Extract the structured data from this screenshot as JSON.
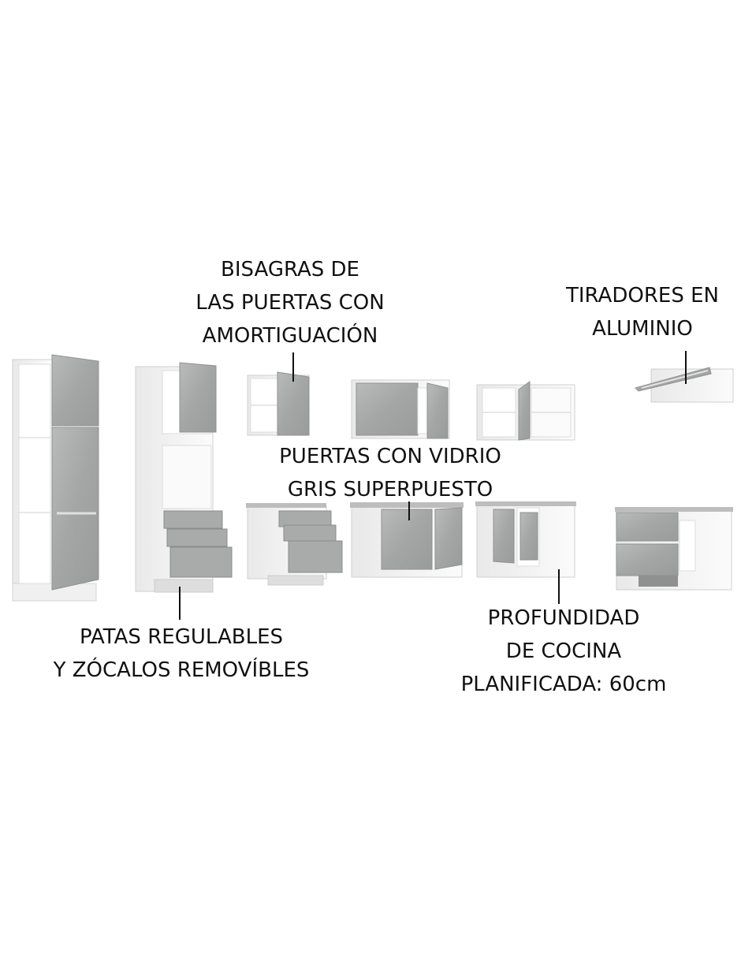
{
  "callouts": {
    "hinges": [
      "BISAGRAS DE",
      "LAS PUERTAS CON",
      "AMORTIGUACIÓN"
    ],
    "handles": [
      "TIRADORES EN",
      "ALUMINIO"
    ],
    "glass_doors": [
      "PUERTAS CON VIDRIO",
      "GRIS SUPERPUESTO"
    ],
    "legs": [
      "PATAS REGULABLES",
      "Y ZÓCALOS REMOVÍBLES"
    ],
    "depth": [
      "PROFUNDIDAD",
      "DE COCINA",
      "PLANIFICADA: 60cm"
    ]
  },
  "colors": {
    "cabinet_body": "#f4f4f4",
    "cabinet_edge": "#c9c9c9",
    "glass_gray": "#a7a9a8",
    "countertop": "#bdbdbd",
    "leader_line": "#111111"
  }
}
